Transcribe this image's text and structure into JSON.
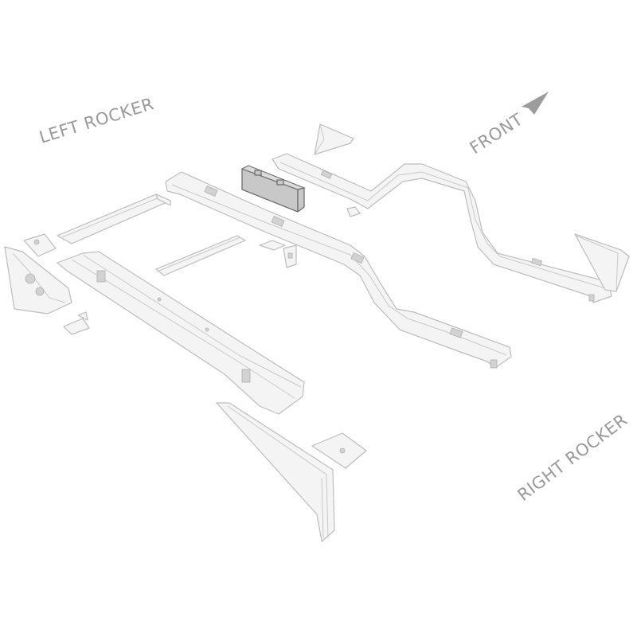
{
  "labels": {
    "left_rocker": "LEFT ROCKER",
    "front": "FRONT",
    "right_rocker": "RIGHT ROCKER"
  },
  "colors": {
    "parts_fill": "#f4f4f4",
    "parts_outline": "#bdbdbd",
    "highlighted_part": "#c8c8c8",
    "label_text": "#9a9a9a"
  },
  "highlighted_part": "rear crossmember (shaded)",
  "icons": {
    "front_arrow": "triangle-arrow-icon"
  }
}
